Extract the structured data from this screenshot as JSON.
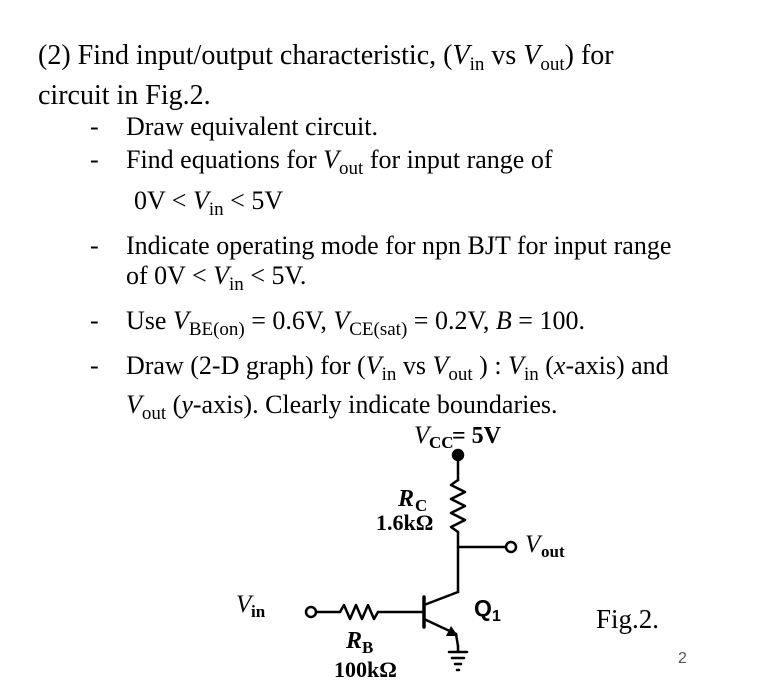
{
  "question": {
    "line1_a": "(2) Find input/output characteristic, (",
    "v": "V",
    "in": "in",
    "vs": " vs ",
    "out": "out",
    "line1_b": ") for",
    "line2": "circuit in Fig.2."
  },
  "items": {
    "i1": "Draw equivalent circuit.",
    "i2_a": "Find equations for ",
    "i2_b": " for input range of",
    "i2_c": "0V < ",
    "i2_d": " < 5V",
    "i3_a": "Indicate operating mode for npn BJT for input range",
    "i3_b": "of 0V < ",
    "i3_c": " < 5V.",
    "i4_a": "Use ",
    "be_on": "BE(on)",
    "i4_b": " = 0.6V, ",
    "ce_sat": "CE(sat)",
    "i4_c": " = 0.2V, ",
    "b": "B",
    "i4_d": " = 100.",
    "i5_a": "Draw (2-D graph) for (",
    "i5_b": " ) : ",
    "i5_c": " (",
    "x": "x",
    "i5_d": "-axis) and",
    "i5_e": " (",
    "y": "y",
    "i5_f": "-axis). Clearly indicate boundaries.",
    "dash": "-"
  },
  "circuit": {
    "vcc_sub": "CC",
    "vcc_val": " = 5V",
    "rc_label": "R",
    "rc_sub": "C",
    "rc_value": "1.6kΩ",
    "vout_sub": "out",
    "vin_sub": "in",
    "rb_label": "R",
    "rb_sub": "B",
    "rb_value": "100kΩ",
    "q_label": "Q",
    "q_sub": "1"
  },
  "fig_label": "Fig.2.",
  "page_number": "2"
}
